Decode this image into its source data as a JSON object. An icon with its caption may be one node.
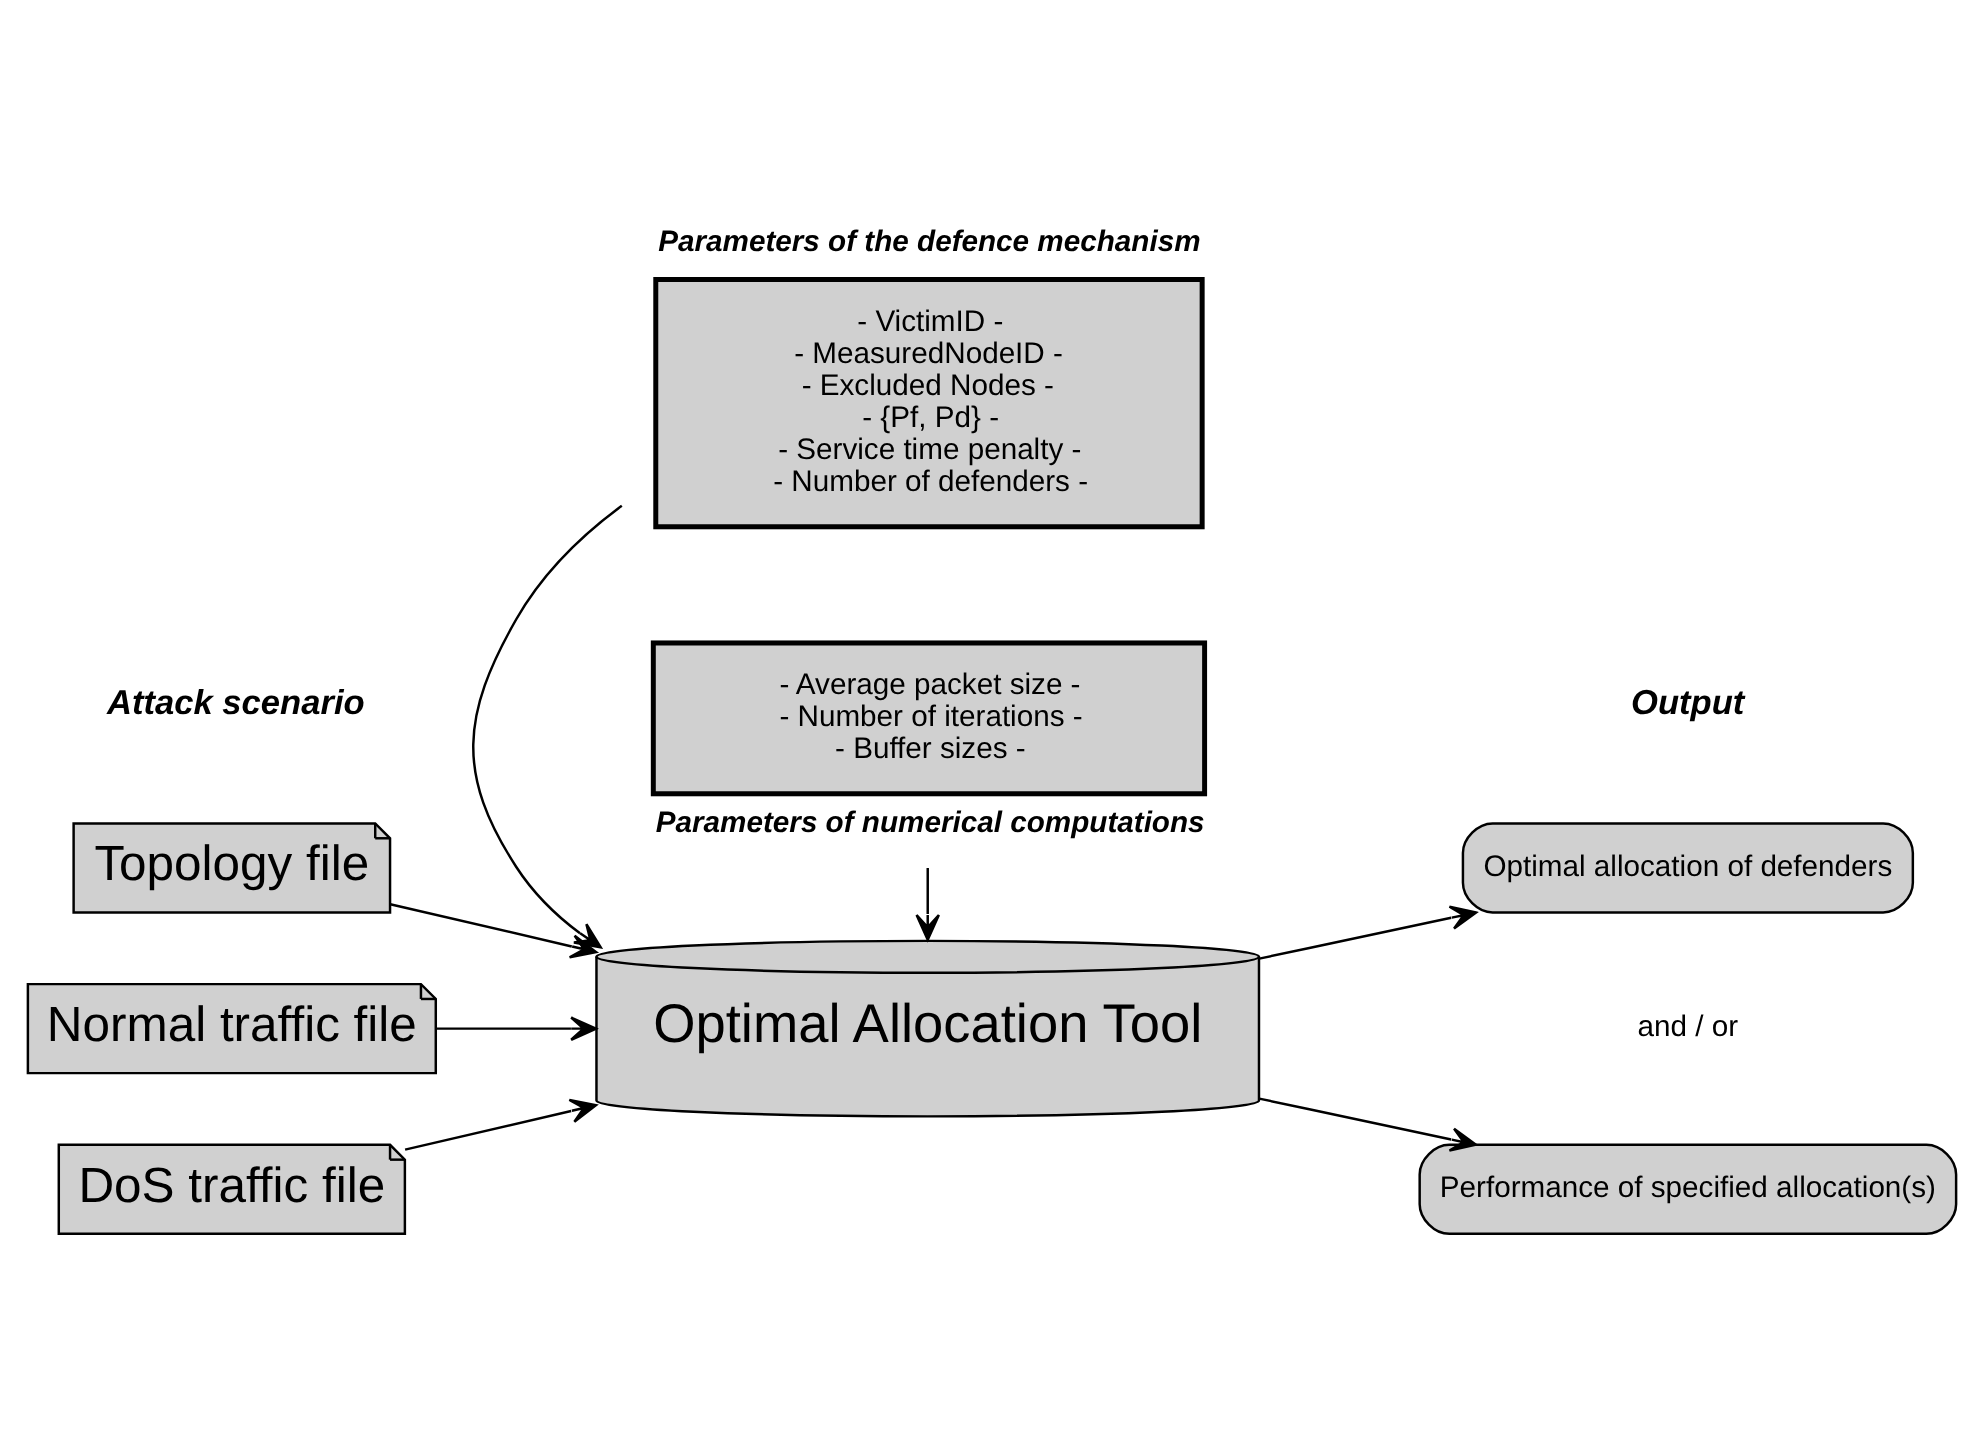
{
  "diagram": {
    "nodes": [
      {
        "text": [
          "Topology file"
        ]
      },
      {
        "text": [
          "Normal traffic file"
        ]
      },
      {
        "text": [
          "DoS traffic file"
        ]
      },
      {
        "text": [
          "Parameters of the defence mechanism",
          "- VictimID -",
          "- MeasuredNodeID -",
          "- Excluded Nodes -",
          "- {Pf, Pd} -",
          "- Service time penalty -",
          "- Number of defenders -"
        ]
      },
      {
        "text": [
          "Optimal Allocation Tool"
        ]
      },
      {
        "text": [
          "- Average packet size -",
          "- Number of iterations -",
          "- Buffer sizes -",
          "Parameters of numerical computations"
        ]
      },
      {
        "text": [
          "Optimal allocation of defenders"
        ]
      },
      {
        "text": [
          "Performance of specified allocation(s)"
        ]
      }
    ],
    "edges": [
      {
        "from": 0,
        "to": 4,
        "arrow": "to"
      },
      {
        "from": 1,
        "to": 4,
        "arrow": "to"
      },
      {
        "from": 2,
        "to": 4,
        "arrow": "to"
      },
      {
        "from": 3,
        "to": 4,
        "arrow": "to"
      },
      {
        "from": 5,
        "to": 4,
        "arrow": "to"
      },
      {
        "from": 4,
        "to": 6,
        "arrow": "to"
      },
      {
        "from": 4,
        "to": 7,
        "arrow": "to"
      }
    ],
    "labels": [
      "Attack scenario",
      "Output",
      "and / or"
    ]
  }
}
